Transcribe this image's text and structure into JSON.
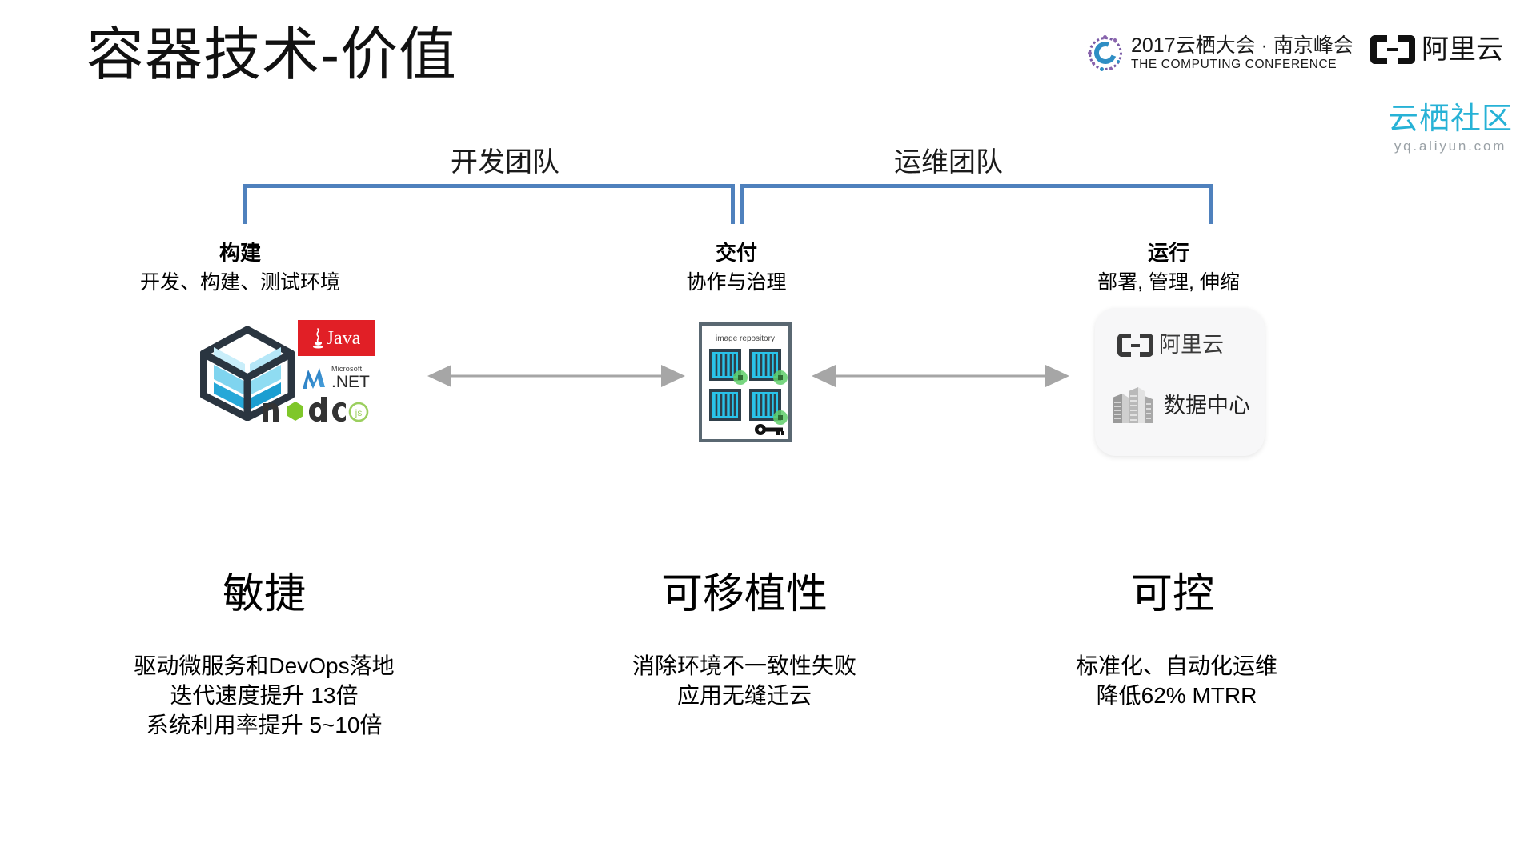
{
  "slide": {
    "title": "容器技术-价值",
    "background": "#ffffff"
  },
  "branding": {
    "conference": {
      "line1": "2017云栖大会 · 南京峰会",
      "line2": "THE COMPUTING CONFERENCE",
      "mark": "computing-conference-mark"
    },
    "aliyun": {
      "text": "阿里云",
      "mark": "aliyun-bracket-mark"
    },
    "community": {
      "text": "云栖社区",
      "url": "yq.aliyun.com",
      "color": "#27b2d6"
    }
  },
  "pipeline": {
    "bracket_color": "#4f81bd",
    "teams": [
      {
        "label": "开发团队"
      },
      {
        "label": "运维团队"
      }
    ],
    "stages": [
      {
        "title": "构建",
        "subtitle": "开发、构建、测试环境",
        "artwork": [
          "container-cube-icon",
          "java-logo",
          "dotnet-logo",
          "nodejs-logo"
        ]
      },
      {
        "title": "交付",
        "subtitle": "协作与治理",
        "artwork": [
          "image-repository-icon"
        ],
        "repository_caption": "image repository"
      },
      {
        "title": "运行",
        "subtitle": "部署, 管理, 伸缩",
        "artwork": [
          "aliyun-card",
          "datacenter-icon"
        ]
      }
    ],
    "logos": {
      "java": "Java",
      "dotnet_vendor": "Microsoft",
      "dotnet": ".NET",
      "node": "node",
      "node_js": "js"
    },
    "run_card": {
      "brand": "阿里云",
      "datacenter": "数据中心"
    },
    "arrows": [
      "double-arrow-build-deliver",
      "double-arrow-deliver-run"
    ]
  },
  "values": [
    {
      "heading": "敏捷",
      "lines": [
        "驱动微服务和DevOps落地",
        "迭代速度提升 13倍",
        "系统利用率提升 5~10倍"
      ]
    },
    {
      "heading": "可移植性",
      "lines": [
        "消除环境不一致性失败",
        "应用无缝迁云"
      ]
    },
    {
      "heading": "可控",
      "lines": [
        "标准化、自动化运维",
        "降低62% MTRR"
      ]
    }
  ]
}
